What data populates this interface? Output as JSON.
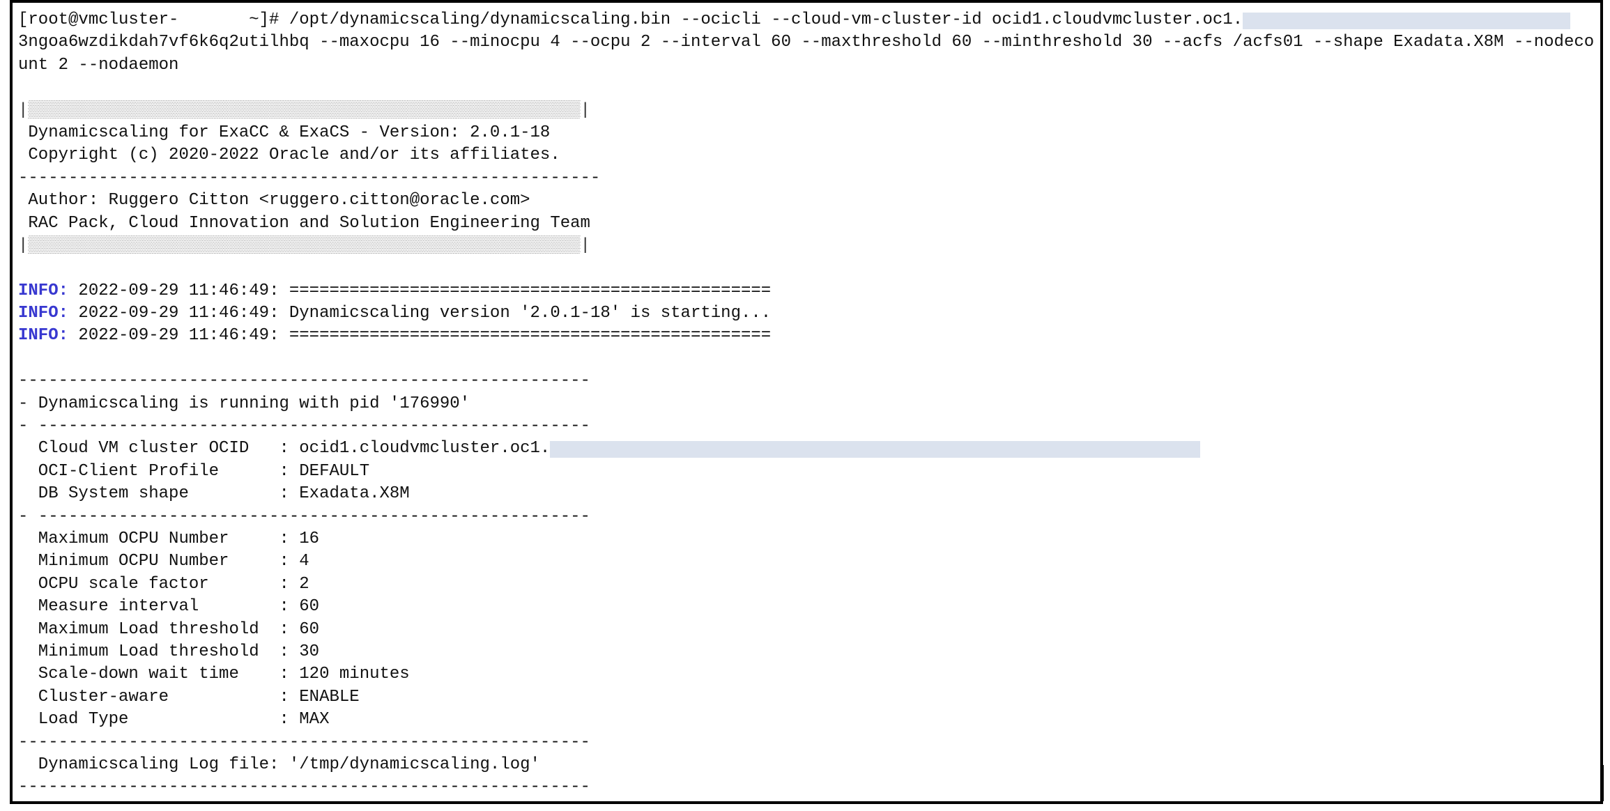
{
  "command": {
    "prompt": "[root@vmcluster-       ~]# ",
    "line1": "/opt/dynamicscaling/dynamicscaling.bin --ocicli --cloud-vm-cluster-id ocid1.cloudvmcluster.oc1.",
    "line2": "3ngoa6wzdikdah7vf6k6q2utilhbq --maxocpu 16 --minocpu 4 --ocpu 2 --interval 60 --maxthreshold 60 --minthreshold 30 --acfs /acfs01 --shape Exadata.X8M --nodeco",
    "line3": "unt 2 --nodaemon"
  },
  "banner": {
    "bar": "▒▒▒▒▒▒▒▒▒▒▒▒▒▒▒▒▒▒▒▒▒▒▒▒▒▒▒▒▒▒▒▒▒▒▒▒▒▒▒▒▒▒▒▒▒▒▒▒▒▒▒▒▒▒▒",
    "title": " Dynamicscaling for ExaCC & ExaCS - Version: 2.0.1-18",
    "copyright": " Copyright (c) 2020-2022 Oracle and/or its affiliates.",
    "separator": "----------------------------------------------------------",
    "author": " Author: Ruggero Citton <ruggero.citton@oracle.com>",
    "team": " RAC Pack, Cloud Innovation and Solution Engineering Team"
  },
  "log": [
    {
      "level": "INFO:",
      "text": " 2022-09-29 11:46:49: ================================================"
    },
    {
      "level": "INFO:",
      "text": " 2022-09-29 11:46:49: Dynamicscaling version '2.0.1-18' is starting..."
    },
    {
      "level": "INFO:",
      "text": " 2022-09-29 11:46:49: ================================================"
    }
  ],
  "status": {
    "separator": "---------------------------------------------------------",
    "running": "- Dynamicscaling is running with pid '176990'",
    "sub_separator": "- -------------------------------------------------------"
  },
  "cluster_info": [
    {
      "label": "  Cloud VM cluster OCID   ",
      "value": ": ocid1.cloudvmcluster.oc1."
    },
    {
      "label": "  OCI-Client Profile      ",
      "value": ": DEFAULT"
    },
    {
      "label": "  DB System shape         ",
      "value": ": Exadata.X8M"
    }
  ],
  "settings": [
    {
      "label": "  Maximum OCPU Number     ",
      "value": ": 16"
    },
    {
      "label": "  Minimum OCPU Number     ",
      "value": ": 4"
    },
    {
      "label": "  OCPU scale factor       ",
      "value": ": 2"
    },
    {
      "label": "  Measure interval        ",
      "value": ": 60"
    },
    {
      "label": "  Maximum Load threshold  ",
      "value": ": 60"
    },
    {
      "label": "  Minimum Load threshold  ",
      "value": ": 30"
    },
    {
      "label": "  Scale-down wait time    ",
      "value": ": 120 minutes"
    },
    {
      "label": "  Cluster-aware           ",
      "value": ": ENABLE"
    },
    {
      "label": "  Load Type               ",
      "value": ": MAX"
    }
  ],
  "logfile": {
    "separator": "---------------------------------------------------------",
    "text": "  Dynamicscaling Log file: '/tmp/dynamicscaling.log'"
  },
  "colors": {
    "info": "#3838d0",
    "redaction": "#dbe2ee",
    "border": "#000000"
  }
}
